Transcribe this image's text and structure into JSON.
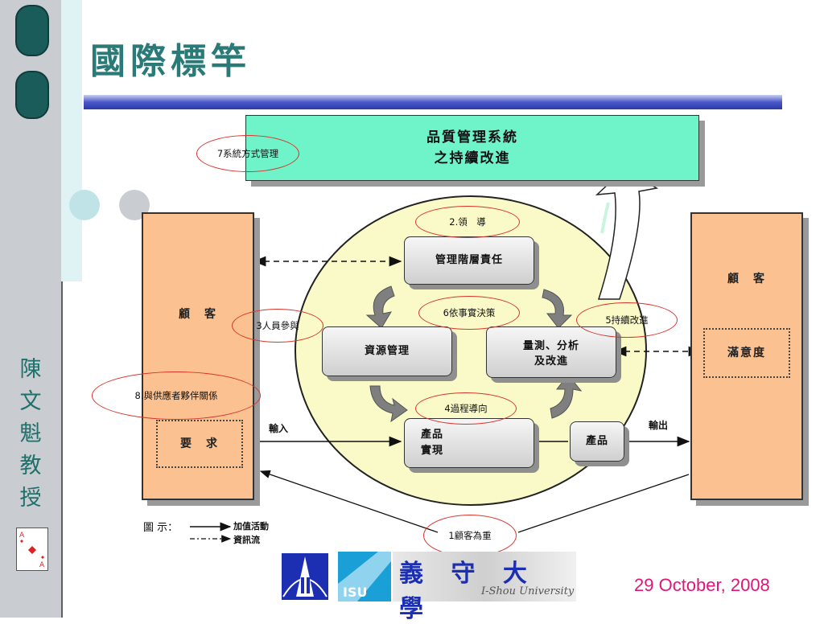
{
  "sidebar": {
    "author_chars": [
      "陳",
      "文",
      "魁",
      "教",
      "授"
    ]
  },
  "title": "國際標竿",
  "top_box": {
    "line1": "品質管理系統",
    "line2": "之持續改進"
  },
  "left_customer": {
    "label": "顧　客",
    "requirement": "要　求"
  },
  "right_customer": {
    "label": "顧　客",
    "satisfaction": "滿意度"
  },
  "process_boxes": {
    "management": "管理階層責任",
    "resource": "資源管理",
    "measure_line1": "量測、分析",
    "measure_line2": "及改進",
    "realize_line1": "產品",
    "realize_line2": "實現",
    "product": "產品"
  },
  "flow_labels": {
    "input": "輸入",
    "output": "輸出"
  },
  "principles": {
    "p1": "1顧客為重",
    "p2": "2.領　導",
    "p3": "3人員參與",
    "p4": "4過程導向",
    "p5": "5持續改進",
    "p6": "6依事實決策",
    "p7": "7系統方式管理",
    "p8": "8.與供應者夥伴關係"
  },
  "legend": {
    "title": "圖 示：",
    "value_activity": "加值活動",
    "info_flow": "資訊流"
  },
  "logo": {
    "text": "義 守 大 學",
    "subtext": "I-Shou University",
    "badge": "ISU"
  },
  "date": "29 October, 2008",
  "colors": {
    "accent_teal": "#2a7a78",
    "mint_box": "#6ff3c8",
    "peach": "#fcc190",
    "ellipse": "#fafac8",
    "oval_red": "#d9342b",
    "date_pink": "#e0157a"
  }
}
